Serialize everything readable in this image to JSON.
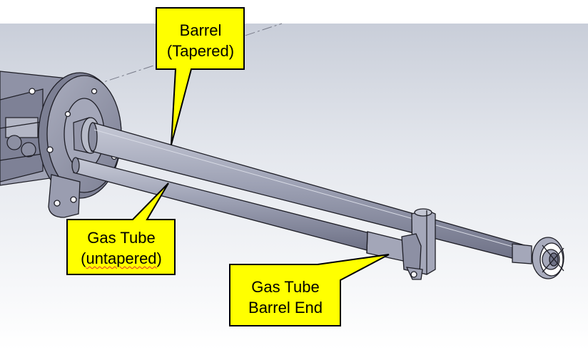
{
  "colors": {
    "callout_fill": "#ffff00",
    "callout_border": "#000000",
    "part_metal": "#9ea2b5",
    "part_edges": "#1e1e26",
    "background_gradient_top": "#c6cbd7",
    "background_gradient_bottom": "#ffffff"
  },
  "callouts": {
    "barrel": {
      "line1": "Barrel",
      "line2": "(Tapered)"
    },
    "gas_tube": {
      "line1": "Gas Tube",
      "line2": "(untapered)"
    },
    "gas_tube_barrel_end": {
      "line1": "Gas Tube",
      "line2": "Barrel End"
    }
  }
}
